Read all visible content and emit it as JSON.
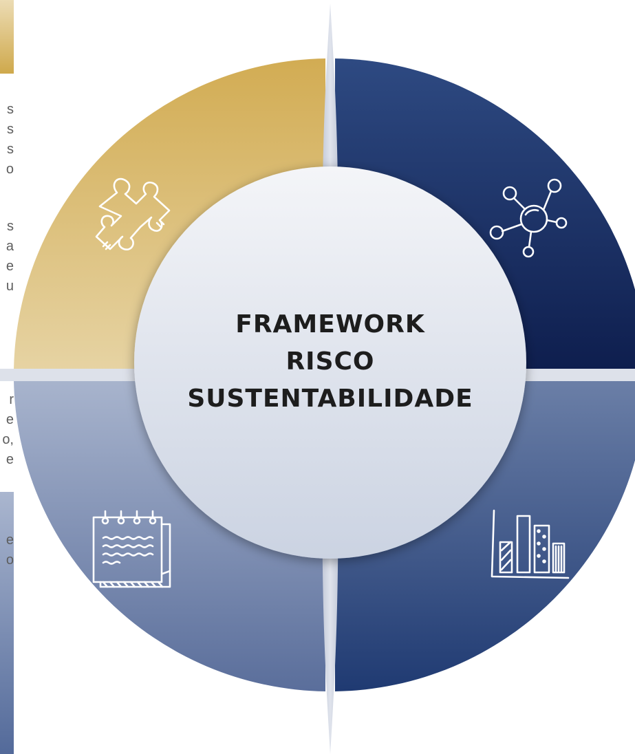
{
  "center": {
    "line1": "FRAMEWORK",
    "line2": "RISCO",
    "line3": "SUSTENTABILIDADE"
  },
  "quadrants": [
    {
      "id": "top-left",
      "icon": "puzzle-piece-icon",
      "color": "#d8b564"
    },
    {
      "id": "top-right",
      "icon": "network-nodes-icon",
      "color": "#1c2f64"
    },
    {
      "id": "bottom-right",
      "icon": "bar-chart-icon",
      "color": "#2e4a80"
    },
    {
      "id": "bottom-left",
      "icon": "notepad-icon",
      "color": "#8d9fbf"
    }
  ],
  "left_text_fragments": {
    "block1": [
      "s",
      "s",
      "s",
      "o"
    ],
    "block2": [
      "s",
      "a",
      "e",
      "u"
    ],
    "block3": [
      "r",
      "e",
      "o,",
      "e"
    ],
    "block4": [
      "e",
      "o"
    ]
  },
  "accent_colors": {
    "gold": "#d4b25d",
    "navy": "#1a2c5e",
    "slate": "#6e82aa",
    "center": "#e9ecf2"
  }
}
